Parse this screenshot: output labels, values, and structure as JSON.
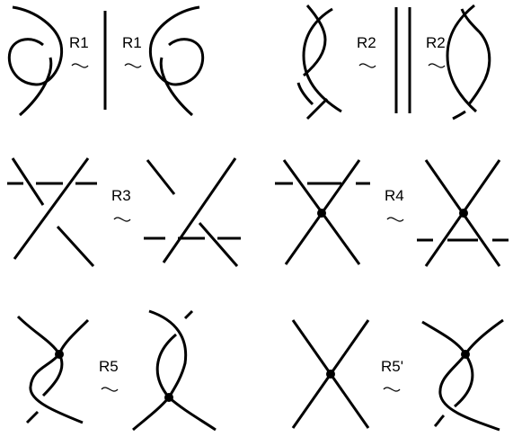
{
  "moves": [
    {
      "id": "r1",
      "label": "R1",
      "relation": "~"
    },
    {
      "id": "r2",
      "label": "R2",
      "relation": "~"
    },
    {
      "id": "r3",
      "label": "R3",
      "relation": "~"
    },
    {
      "id": "r4",
      "label": "R4",
      "relation": "~"
    },
    {
      "id": "r5",
      "label": "R5",
      "relation": "~"
    },
    {
      "id": "r5p",
      "label": "R5'",
      "relation": "~"
    }
  ]
}
